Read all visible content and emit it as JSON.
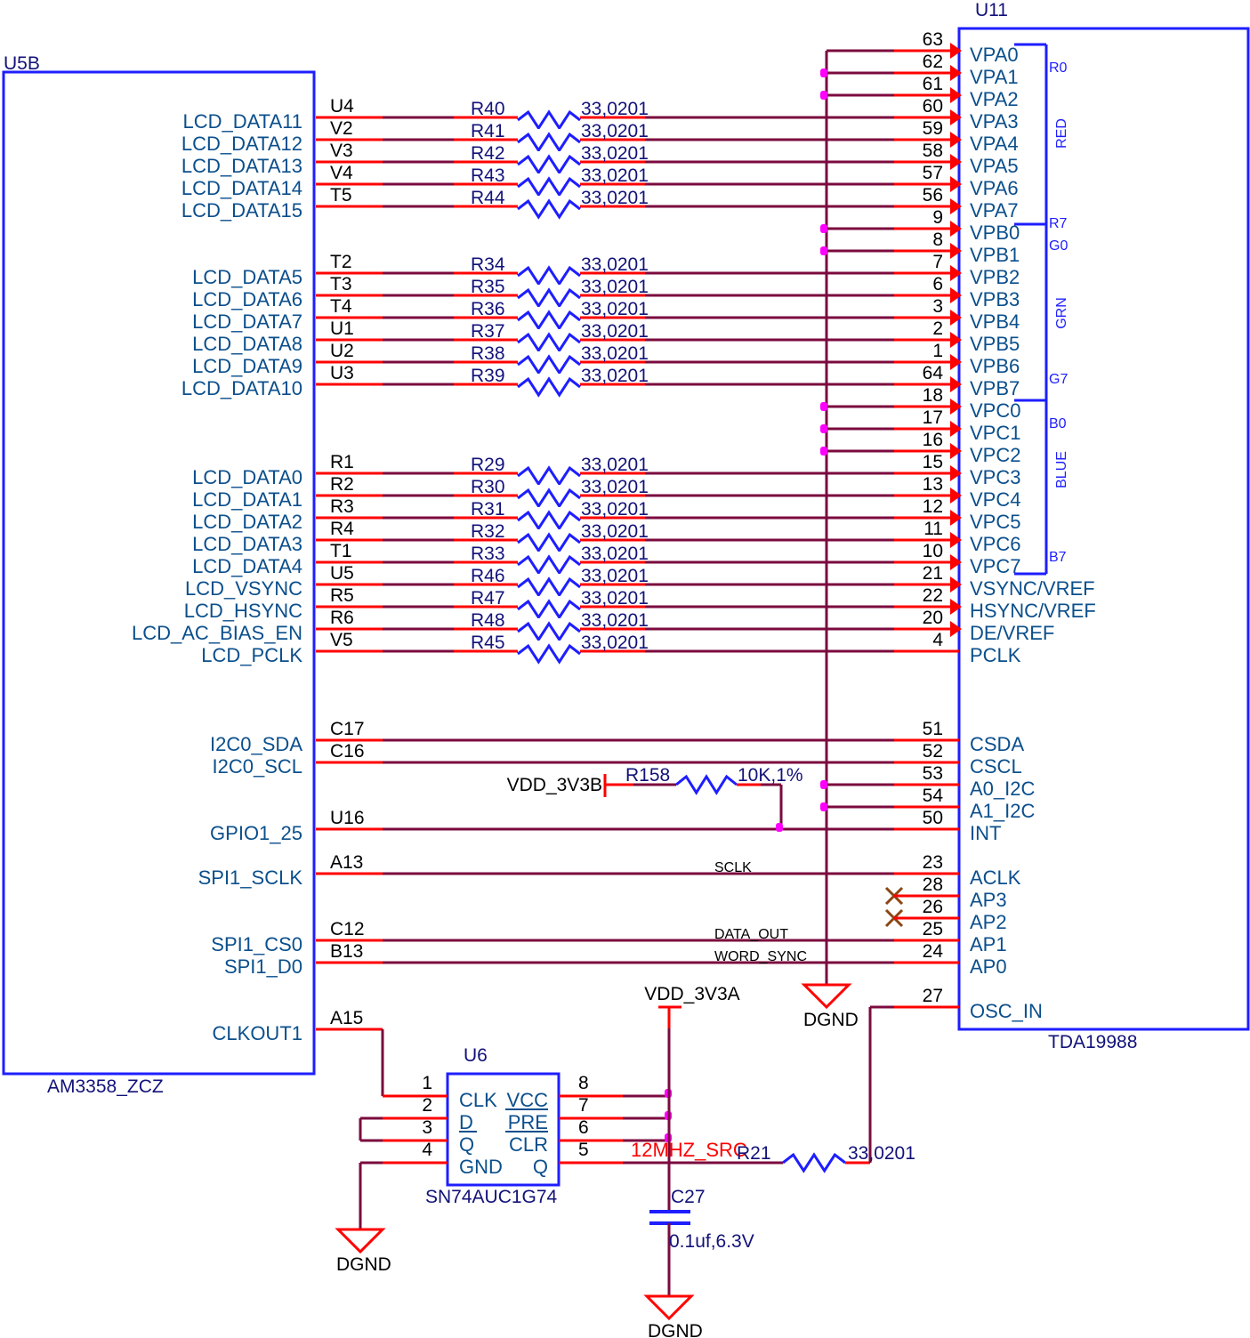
{
  "colors": {
    "body": "#1e1eff",
    "pin": "#ff0000",
    "net": "#7b0a3e",
    "junction": "#ff00ff",
    "noconnect": "#8b4513",
    "text": "#0b4f8c"
  },
  "u5b": {
    "ref": "U5B",
    "part": "AM3358_ZCZ",
    "pins": [
      {
        "name": "LCD_DATA11",
        "ball": "U4"
      },
      {
        "name": "LCD_DATA12",
        "ball": "V2"
      },
      {
        "name": "LCD_DATA13",
        "ball": "V3"
      },
      {
        "name": "LCD_DATA14",
        "ball": "V4"
      },
      {
        "name": "LCD_DATA15",
        "ball": "T5"
      },
      {
        "name": "LCD_DATA5",
        "ball": "T2"
      },
      {
        "name": "LCD_DATA6",
        "ball": "T3"
      },
      {
        "name": "LCD_DATA7",
        "ball": "T4"
      },
      {
        "name": "LCD_DATA8",
        "ball": "U1"
      },
      {
        "name": "LCD_DATA9",
        "ball": "U2"
      },
      {
        "name": "LCD_DATA10",
        "ball": "U3"
      },
      {
        "name": "LCD_DATA0",
        "ball": "R1"
      },
      {
        "name": "LCD_DATA1",
        "ball": "R2"
      },
      {
        "name": "LCD_DATA2",
        "ball": "R3"
      },
      {
        "name": "LCD_DATA3",
        "ball": "R4"
      },
      {
        "name": "LCD_DATA4",
        "ball": "T1"
      },
      {
        "name": "LCD_VSYNC",
        "ball": "U5"
      },
      {
        "name": "LCD_HSYNC",
        "ball": "R5"
      },
      {
        "name": "LCD_AC_BIAS_EN",
        "ball": "R6"
      },
      {
        "name": "LCD_PCLK",
        "ball": "V5"
      },
      {
        "name": "I2C0_SDA",
        "ball": "C17"
      },
      {
        "name": "I2C0_SCL",
        "ball": "C16"
      },
      {
        "name": "GPIO1_25",
        "ball": "U16"
      },
      {
        "name": "SPI1_SCLK",
        "ball": "A13"
      },
      {
        "name": "SPI1_CS0",
        "ball": "C12"
      },
      {
        "name": "SPI1_D0",
        "ball": "B13"
      },
      {
        "name": "CLKOUT1",
        "ball": "A15"
      }
    ]
  },
  "resistors": [
    {
      "ref": "R40",
      "value": "33,0201"
    },
    {
      "ref": "R41",
      "value": "33,0201"
    },
    {
      "ref": "R42",
      "value": "33,0201"
    },
    {
      "ref": "R43",
      "value": "33,0201"
    },
    {
      "ref": "R44",
      "value": "33,0201"
    },
    {
      "ref": "R34",
      "value": "33,0201"
    },
    {
      "ref": "R35",
      "value": "33,0201"
    },
    {
      "ref": "R36",
      "value": "33,0201"
    },
    {
      "ref": "R37",
      "value": "33,0201"
    },
    {
      "ref": "R38",
      "value": "33,0201"
    },
    {
      "ref": "R39",
      "value": "33,0201"
    },
    {
      "ref": "R29",
      "value": "33,0201"
    },
    {
      "ref": "R30",
      "value": "33,0201"
    },
    {
      "ref": "R31",
      "value": "33,0201"
    },
    {
      "ref": "R32",
      "value": "33,0201"
    },
    {
      "ref": "R33",
      "value": "33,0201"
    },
    {
      "ref": "R46",
      "value": "33,0201"
    },
    {
      "ref": "R47",
      "value": "33,0201"
    },
    {
      "ref": "R48",
      "value": "33,0201"
    },
    {
      "ref": "R45",
      "value": "33,0201"
    }
  ],
  "u11": {
    "ref": "U11",
    "part": "TDA19988",
    "pins": [
      {
        "name": "VPA0",
        "num": "63"
      },
      {
        "name": "VPA1",
        "num": "62"
      },
      {
        "name": "VPA2",
        "num": "61"
      },
      {
        "name": "VPA3",
        "num": "60"
      },
      {
        "name": "VPA4",
        "num": "59"
      },
      {
        "name": "VPA5",
        "num": "58"
      },
      {
        "name": "VPA6",
        "num": "57"
      },
      {
        "name": "VPA7",
        "num": "56"
      },
      {
        "name": "VPB0",
        "num": "9"
      },
      {
        "name": "VPB1",
        "num": "8"
      },
      {
        "name": "VPB2",
        "num": "7"
      },
      {
        "name": "VPB3",
        "num": "6"
      },
      {
        "name": "VPB4",
        "num": "3"
      },
      {
        "name": "VPB5",
        "num": "2"
      },
      {
        "name": "VPB6",
        "num": "1"
      },
      {
        "name": "VPB7",
        "num": "64"
      },
      {
        "name": "VPC0",
        "num": "18"
      },
      {
        "name": "VPC1",
        "num": "17"
      },
      {
        "name": "VPC2",
        "num": "16"
      },
      {
        "name": "VPC3",
        "num": "15"
      },
      {
        "name": "VPC4",
        "num": "13"
      },
      {
        "name": "VPC5",
        "num": "12"
      },
      {
        "name": "VPC6",
        "num": "11"
      },
      {
        "name": "VPC7",
        "num": "10"
      },
      {
        "name": "VSYNC/VREF",
        "num": "21"
      },
      {
        "name": "HSYNC/VREF",
        "num": "22"
      },
      {
        "name": "DE/VREF",
        "num": "20"
      },
      {
        "name": "PCLK",
        "num": "4"
      },
      {
        "name": "CSDA",
        "num": "51"
      },
      {
        "name": "CSCL",
        "num": "52"
      },
      {
        "name": "A0_I2C",
        "num": "53"
      },
      {
        "name": "A1_I2C",
        "num": "54"
      },
      {
        "name": "INT",
        "num": "50"
      },
      {
        "name": "ACLK",
        "num": "23"
      },
      {
        "name": "AP3",
        "num": "28"
      },
      {
        "name": "AP2",
        "num": "26"
      },
      {
        "name": "AP1",
        "num": "25"
      },
      {
        "name": "AP0",
        "num": "24"
      },
      {
        "name": "OSC_IN",
        "num": "27"
      }
    ],
    "groups": {
      "red": "RED",
      "red_start": "R0",
      "red_end": "R7",
      "grn": "GRN",
      "grn_start": "G0",
      "grn_end": "G7",
      "blue": "BLUE",
      "blue_start": "B0",
      "blue_end": "B7"
    }
  },
  "nets": {
    "sclk": "SCLK",
    "data_out": "DATA_OUT",
    "word_sync": "WORD_SYNC",
    "clk_src": "12MHZ_SRC"
  },
  "power": {
    "vdd_3v3b": "VDD_3V3B",
    "vdd_3v3a": "VDD_3V3A",
    "dgnd": "DGND"
  },
  "r158": {
    "ref": "R158",
    "value": "10K,1%"
  },
  "r21": {
    "ref": "R21",
    "value": "33,0201"
  },
  "c27": {
    "ref": "C27",
    "value": "0.1uf,6.3V"
  },
  "u6": {
    "ref": "U6",
    "part": "SN74AUC1G74",
    "left": [
      {
        "name": "CLK",
        "num": "1"
      },
      {
        "name": "D",
        "num": "2"
      },
      {
        "name": "Q",
        "num": "3"
      },
      {
        "name": "GND",
        "num": "4"
      }
    ],
    "right": [
      {
        "name": "VCC",
        "num": "8"
      },
      {
        "name": "PRE",
        "num": "7"
      },
      {
        "name": "CLR",
        "num": "6"
      },
      {
        "name": "Q",
        "num": "5"
      }
    ]
  }
}
